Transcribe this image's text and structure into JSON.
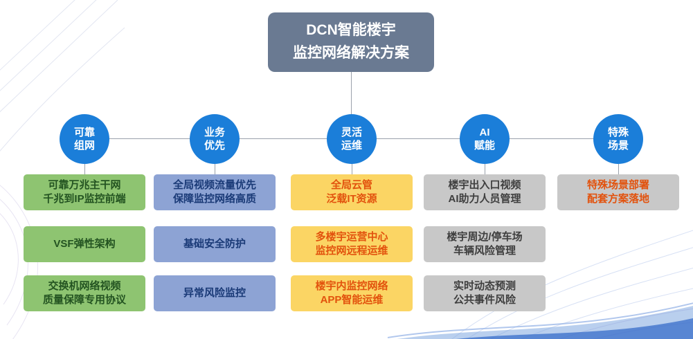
{
  "root": {
    "lines": [
      "DCN智能楼宇",
      "监控网络解决方案"
    ]
  },
  "colors": {
    "root_bg": "#6A7A92",
    "circle_bg": "#1B7ED9",
    "green_bg": "#8EC471",
    "green_text": "#235321",
    "blue_bg": "#8DA3D4",
    "blue_text": "#1A3A77",
    "yellow_bg": "#FBD564",
    "orange_text": "#E2520D",
    "gray_bg": "#C8C8C8",
    "gray_text": "#3E3E3E",
    "connector_line": "#9AA1AB"
  },
  "branches": [
    {
      "label_lines": [
        "可靠",
        "组网"
      ],
      "items": [
        {
          "lines": [
            "可靠万兆主干网",
            "千兆到IP监控前端"
          ]
        },
        {
          "lines": [
            "VSF弹性架构"
          ]
        },
        {
          "lines": [
            "交换机网络视频",
            "质量保障专用协议"
          ]
        }
      ]
    },
    {
      "label_lines": [
        "业务",
        "优先"
      ],
      "items": [
        {
          "lines": [
            "全局视频流量优先",
            "保障监控网络高质"
          ]
        },
        {
          "lines": [
            "基础安全防护"
          ]
        },
        {
          "lines": [
            "异常风险监控"
          ]
        }
      ]
    },
    {
      "label_lines": [
        "灵活",
        "运维"
      ],
      "items": [
        {
          "lines": [
            "全局云管",
            "泛载IT资源"
          ]
        },
        {
          "lines": [
            "多楼宇运营中心",
            "监控网远程运维"
          ]
        },
        {
          "lines": [
            "楼宇内监控网络",
            "APP智能运维"
          ]
        }
      ]
    },
    {
      "label_lines": [
        "AI",
        "赋能"
      ],
      "items": [
        {
          "lines": [
            "楼宇出入口视频",
            "AI助力人员管理"
          ]
        },
        {
          "lines": [
            "楼宇周边/停车场",
            "车辆风险管理"
          ]
        },
        {
          "lines": [
            "实时动态预测",
            "公共事件风险"
          ]
        }
      ]
    },
    {
      "label_lines": [
        "特殊",
        "场景"
      ],
      "items": [
        {
          "lines": [
            "特殊场景部署",
            "配套方案落地"
          ]
        }
      ]
    }
  ]
}
